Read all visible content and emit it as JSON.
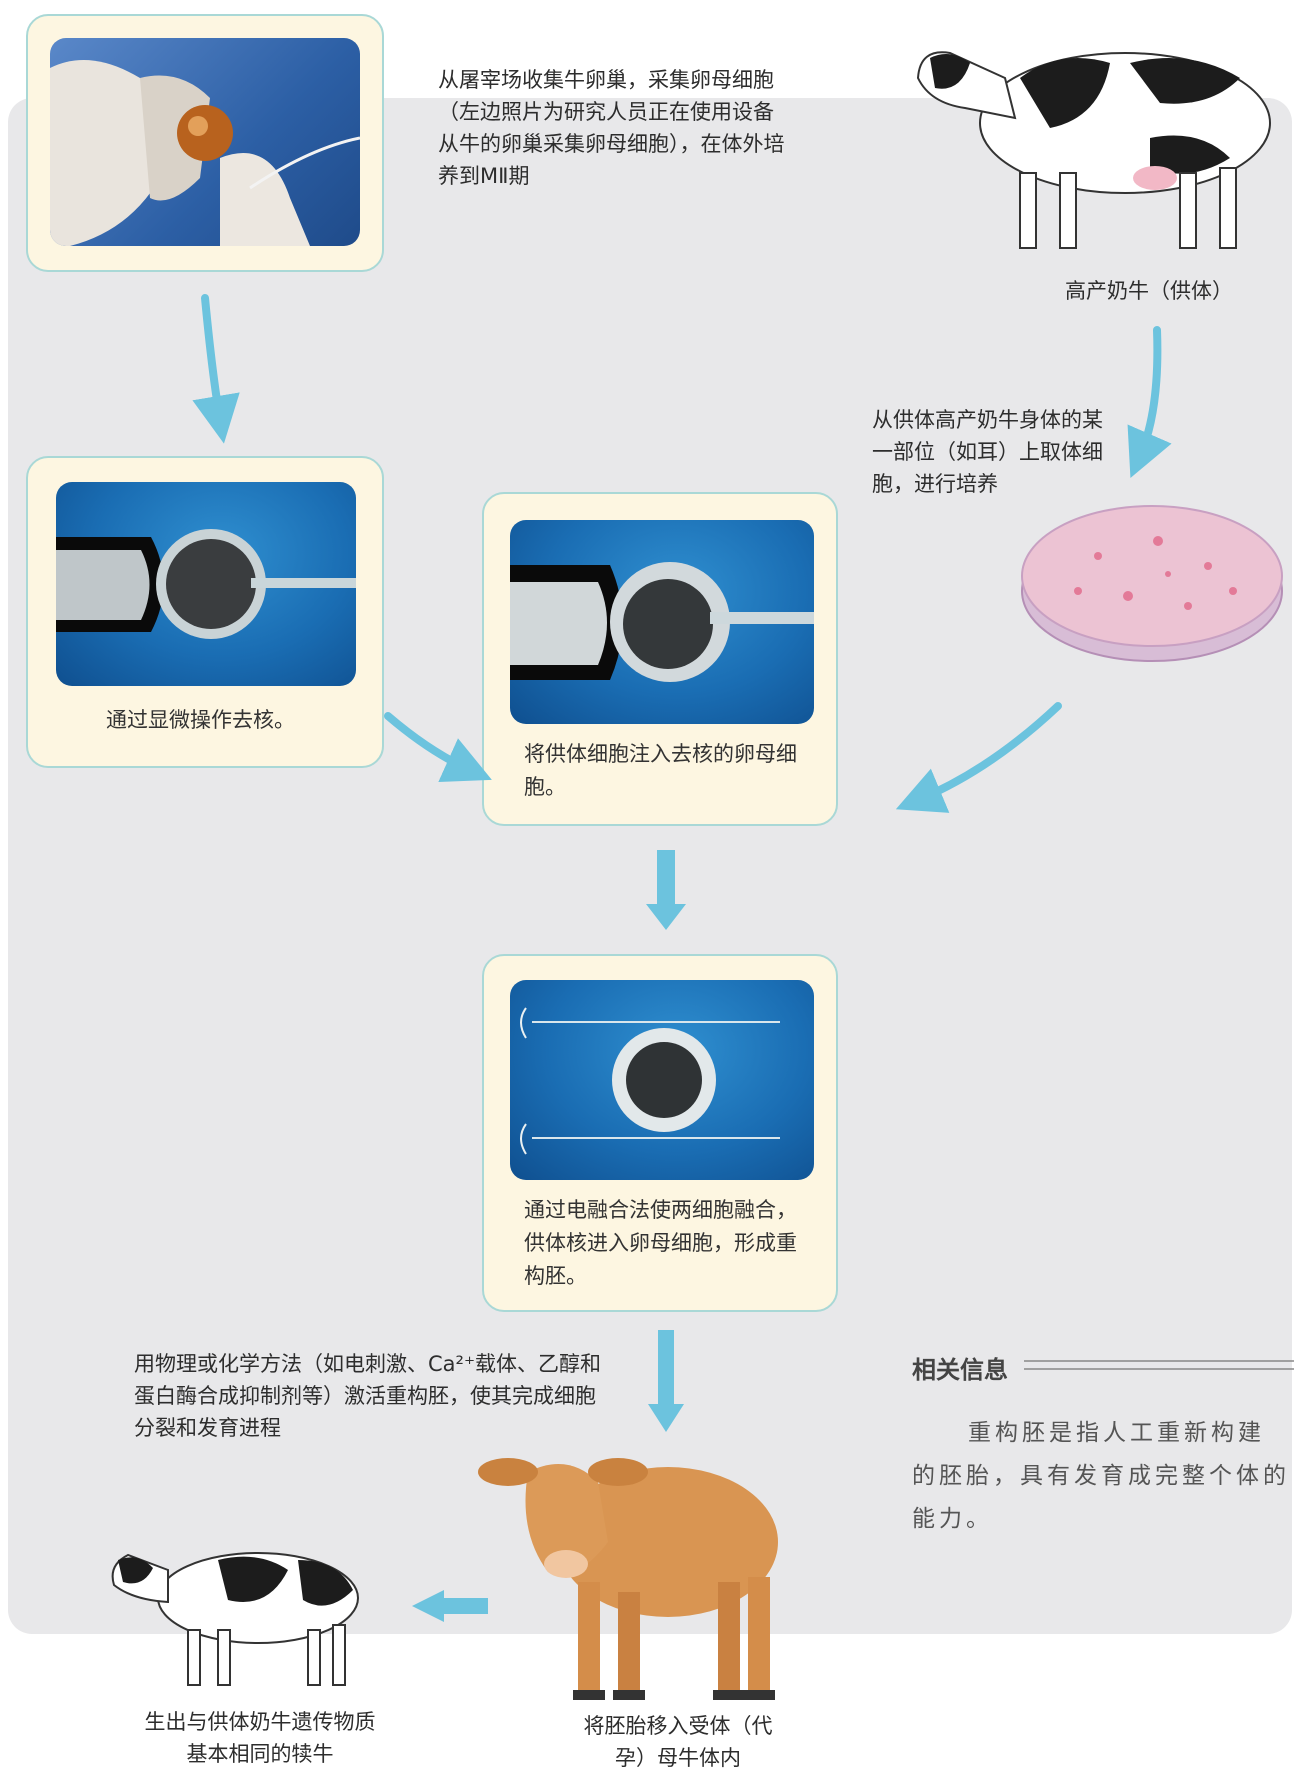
{
  "steps": {
    "collect_oocytes": "从屠宰场收集牛卵巢，采集卵母细胞（左边照片为研究人员正在使用设备从牛的卵巢采集卵母细胞），在体外培养到MⅡ期",
    "donor_cow": "高产奶牛（供体）",
    "culture_cells": "从供体高产奶牛身体的某一部位（如耳）上取体细胞，进行培养",
    "enucleation": "通过显微操作去核。",
    "inject": "将供体细胞注入去核的卵母细胞。",
    "fusion": "通过电融合法使两细胞融合，供体核进入卵母细胞，形成重构胚。",
    "activation": "用物理或化学方法（如电刺激、Ca²⁺载体、乙醇和蛋白酶合成抑制剂等）激活重构胚，使其完成细胞分裂和发育进程",
    "transfer": "将胚胎移入受体（代孕）母牛体内",
    "offspring": "生出与供体奶牛遗传物质基本相同的犊牛"
  },
  "info": {
    "title": "相关信息",
    "body": "重构胚是指人工重新构建的胚胎，具有发育成完整个体的能力。"
  },
  "colors": {
    "arrow": "#6cc3de",
    "card_border": "#a9d8d6",
    "card_fill": "#fdf6e1",
    "panel": "#e8e8ea"
  }
}
